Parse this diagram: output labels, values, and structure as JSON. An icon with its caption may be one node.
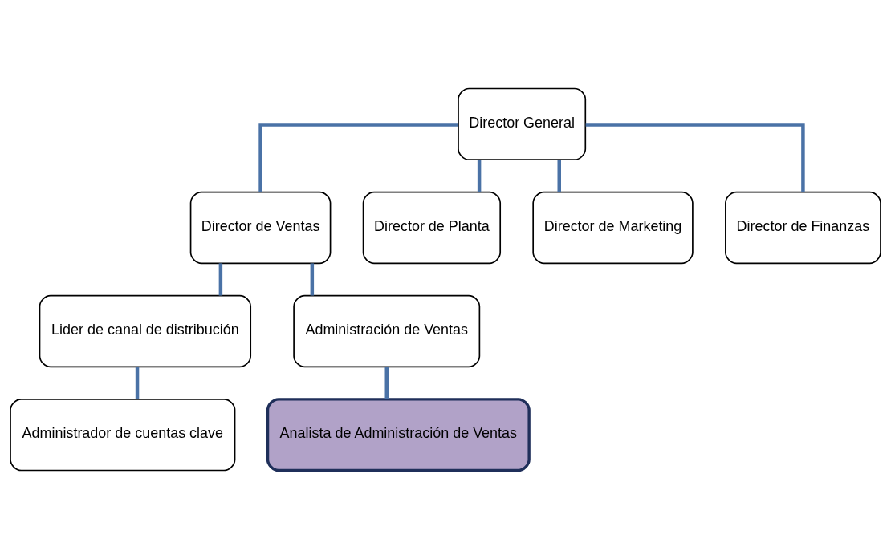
{
  "diagram": {
    "nodes": [
      {
        "text": [
          "Director General"
        ]
      },
      {
        "text": [
          "Director de Ventas"
        ]
      },
      {
        "text": [
          "Director de Planta"
        ]
      },
      {
        "text": [
          "Director de Marketing"
        ]
      },
      {
        "text": [
          "Director de Finanzas"
        ]
      },
      {
        "text": [
          "Lider de canal de distribución"
        ]
      },
      {
        "text": [
          "Administración de Ventas"
        ]
      },
      {
        "text": [
          "Administrador de cuentas clave"
        ]
      },
      {
        "text": [
          "Analista de Administración de Ventas"
        ]
      }
    ],
    "edges": [
      {
        "from": 0,
        "to": 1,
        "arrow": "none"
      },
      {
        "from": 0,
        "to": 2,
        "arrow": "none"
      },
      {
        "from": 0,
        "to": 3,
        "arrow": "none"
      },
      {
        "from": 0,
        "to": 4,
        "arrow": "none"
      },
      {
        "from": 1,
        "to": 5,
        "arrow": "none"
      },
      {
        "from": 1,
        "to": 6,
        "arrow": "none"
      },
      {
        "from": 5,
        "to": 7,
        "arrow": "none"
      },
      {
        "from": 6,
        "to": 8,
        "arrow": "none"
      }
    ]
  }
}
